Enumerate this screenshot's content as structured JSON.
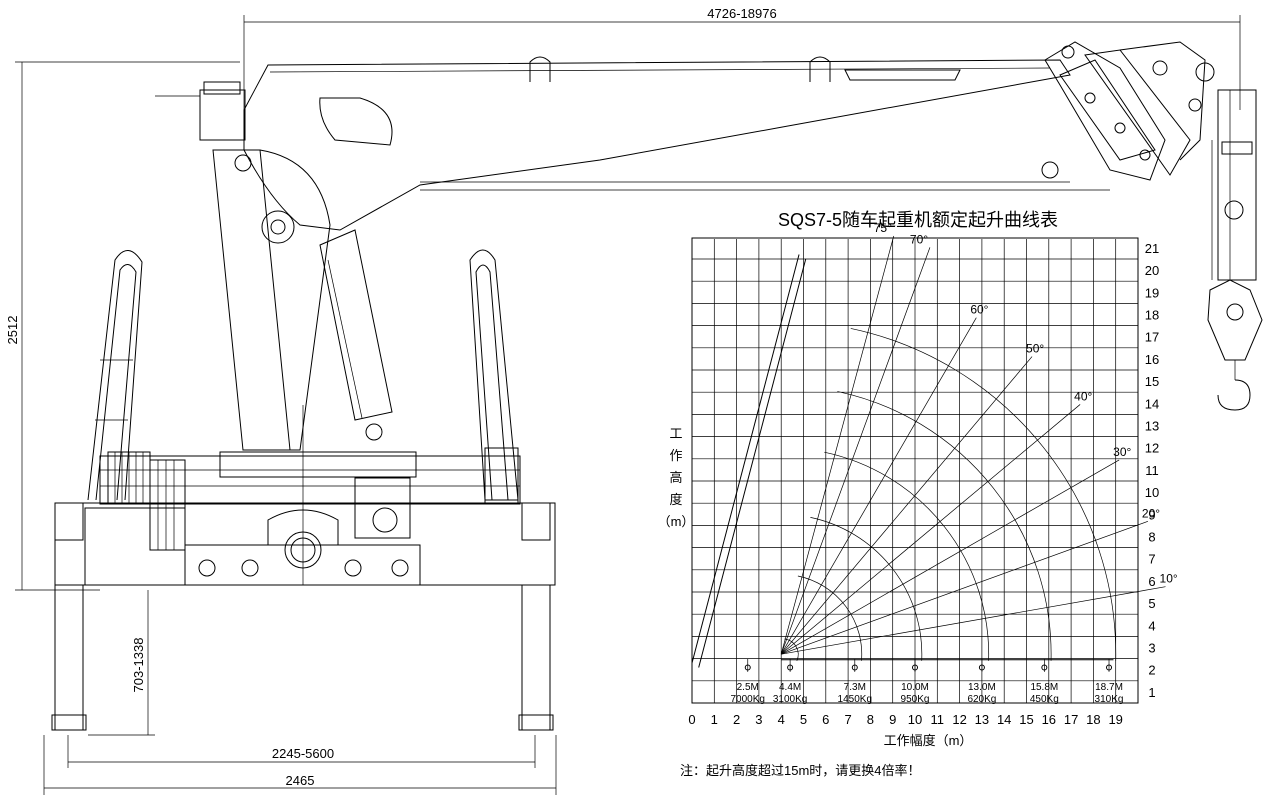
{
  "dimensions": {
    "top": "4726-18976",
    "left_height": "2512",
    "leg": "703-1338",
    "span_inner": "2245-5600",
    "span_outer": "2465"
  },
  "chart": {
    "title": "SQS7-5随车起重机额定起升曲线表",
    "xlabel": "工作幅度（m）",
    "ylabel_chars": [
      "工",
      "作",
      "高",
      "度",
      "（m）"
    ],
    "note": "注：起升高度超过15m时，请更换4倍率！",
    "x_ticks": [
      "0",
      "1",
      "2",
      "3",
      "4",
      "5",
      "6",
      "7",
      "8",
      "9",
      "10",
      "11",
      "12",
      "13",
      "14",
      "15",
      "16",
      "17",
      "18",
      "19"
    ],
    "y_ticks": [
      "1",
      "2",
      "3",
      "4",
      "5",
      "6",
      "7",
      "8",
      "9",
      "10",
      "11",
      "12",
      "13",
      "14",
      "15",
      "16",
      "17",
      "18",
      "19",
      "20",
      "21"
    ],
    "angle_labels": [
      {
        "text": "75°",
        "deg": 75
      },
      {
        "text": "70°",
        "deg": 70
      },
      {
        "text": "60°",
        "deg": 60
      },
      {
        "text": "50°",
        "deg": 50
      },
      {
        "text": "40°",
        "deg": 40
      },
      {
        "text": "30°",
        "deg": 30
      },
      {
        "text": "20°",
        "deg": 20
      },
      {
        "text": "10°",
        "deg": 10
      }
    ],
    "load_points": [
      {
        "radius_label": "2.5M",
        "load_label": "7000Kg",
        "r": 2.5
      },
      {
        "radius_label": "4.4M",
        "load_label": "3100Kg",
        "r": 4.4
      },
      {
        "radius_label": "7.3M",
        "load_label": "1450Kg",
        "r": 7.3
      },
      {
        "radius_label": "10.0M",
        "load_label": "950Kg",
        "r": 10.0
      },
      {
        "radius_label": "13.0M",
        "load_label": "620Kg",
        "r": 13.0
      },
      {
        "radius_label": "15.8M",
        "load_label": "450Kg",
        "r": 15.8
      },
      {
        "radius_label": "18.7M",
        "load_label": "310Kg",
        "r": 18.7
      }
    ]
  }
}
